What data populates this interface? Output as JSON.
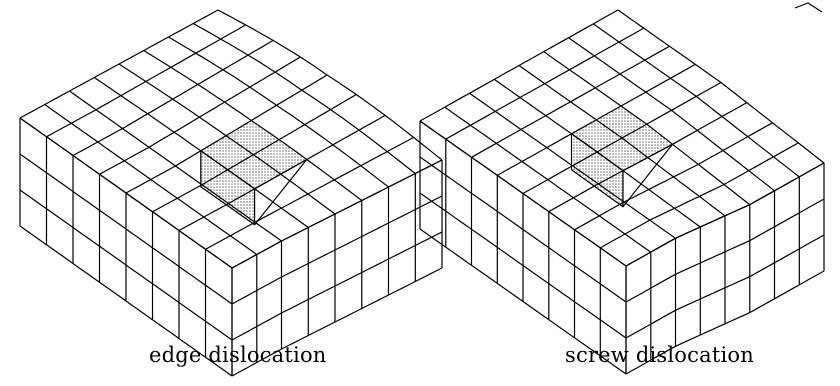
{
  "figure": {
    "panels": [
      {
        "id": "edge",
        "caption": "edge dislocation"
      },
      {
        "id": "screw",
        "caption": "screw dislocation"
      }
    ],
    "colors": {
      "line": "#000000",
      "face": "#ffffff",
      "shaded": "#c9c9c9"
    }
  }
}
